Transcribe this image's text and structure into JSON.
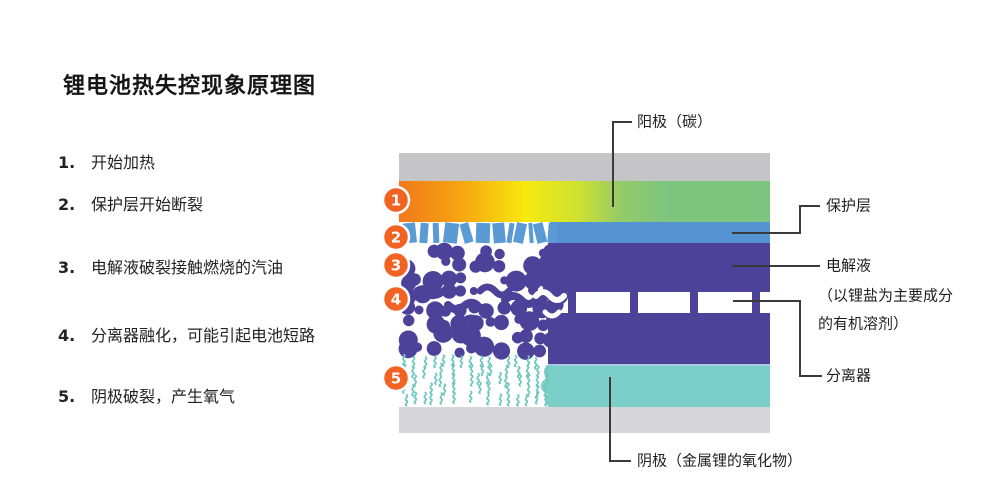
{
  "title": "锂电池热失控现象原理图",
  "steps": [
    {
      "num": "1.",
      "text": "开始加热"
    },
    {
      "num": "2.",
      "text": "保护层开始断裂"
    },
    {
      "num": "3.",
      "text": "电解液破裂接触燃烧的汽油"
    },
    {
      "num": "4.",
      "text": "分离器融化，可能引起电池短路"
    },
    {
      "num": "5.",
      "text": "阴极破裂，产生氧气"
    }
  ],
  "labels": {
    "anode": "阳极（碳）",
    "protection": "保护层",
    "electrolyte": "电解液",
    "electrolyte_sub1": "（以锂盐为主要成分",
    "electrolyte_sub2": "的有机溶剂）",
    "separator": "分离器",
    "cathode": "阴极（金属锂的氧化物）"
  },
  "markers": [
    "1",
    "2",
    "3",
    "4",
    "5"
  ],
  "colors": {
    "background": "#ffffff",
    "collector_top": "#c5c5c7",
    "collector_bottom": "#d7d7d9",
    "anode_green": "#7dc57f",
    "heat_orange": "#f0791c",
    "heat_amber": "#f6a90f",
    "heat_yellow": "#f7e90e",
    "heat_lime": "#cfe22e",
    "heat_green_mix": "#95ca67",
    "protection_blue": "#5593d2",
    "fragment_blue": "#5b9bd5",
    "electrolyte_purple": "#4c4299",
    "separator_white": "#ffffff",
    "cathode_teal": "#7bcfc8",
    "cathode_edge_line": "#aacbe6",
    "gas_teal": "#6cc7bf",
    "marker_orange": "#f26222",
    "marker_ring": "#ffffff",
    "callout_line": "#3a3a3a"
  }
}
